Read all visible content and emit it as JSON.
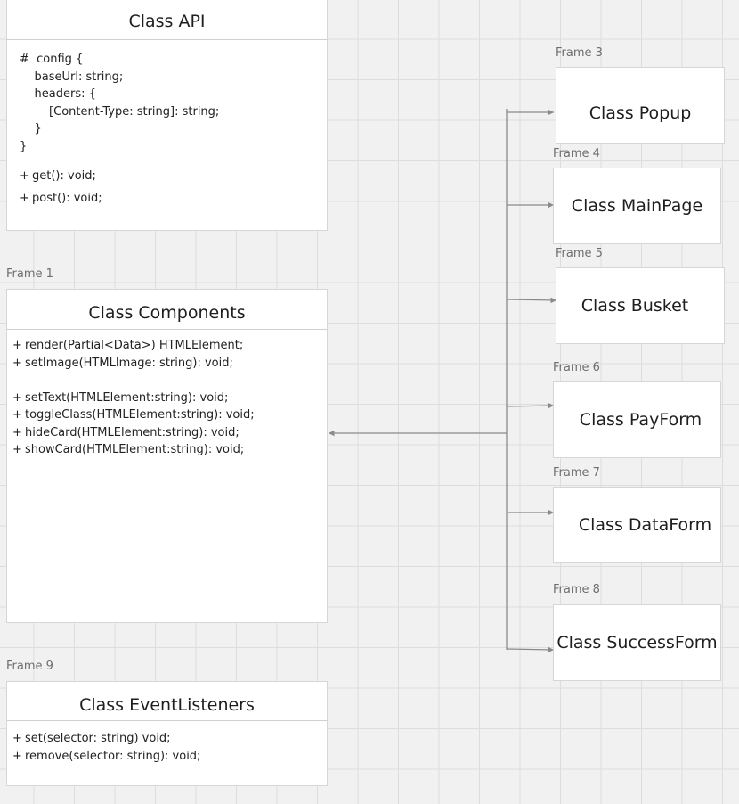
{
  "api": {
    "title": "Class API",
    "config_lines": [
      "#  config {",
      "    baseUrl: string;",
      "    headers: {",
      "        [Content-Type: string]: string;",
      "    }",
      "}"
    ],
    "methods": [
      {
        "sym": "+",
        "text": "get(): void;"
      },
      {
        "sym": "+",
        "text": "post(): void;"
      }
    ]
  },
  "components": {
    "frame_label": "Frame 1",
    "title": "Class Components",
    "methods": [
      {
        "sym": "+",
        "text": "render(Partial<Data>) HTMLElement;"
      },
      {
        "sym": "+",
        "text": "setImage(HTMLImage: string): void;"
      },
      {
        "sym": "",
        "text": ""
      },
      {
        "sym": "+",
        "text": "setText(HTMLElement:string): void;"
      },
      {
        "sym": "+",
        "text": "toggleClass(HTMLElement:string): void;"
      },
      {
        "sym": "+",
        "text": "hideCard(HTMLElement:string): void;"
      },
      {
        "sym": "+",
        "text": "showCard(HTMLElement:string): void;"
      }
    ]
  },
  "event_listeners": {
    "frame_label": "Frame 9",
    "title": "Class EventListeners",
    "methods": [
      {
        "sym": "+",
        "text": "set(selector: string) void;"
      },
      {
        "sym": "+",
        "text": "remove(selector: string): void;"
      }
    ]
  },
  "frames": [
    {
      "label": "Frame 3",
      "title": "Class Popup"
    },
    {
      "label": "Frame 4",
      "title": "Class MainPage"
    },
    {
      "label": "Frame 5",
      "title": "Class Busket"
    },
    {
      "label": "Frame 6",
      "title": "Class PayForm"
    },
    {
      "label": "Frame 7",
      "title": "Class DataForm"
    },
    {
      "label": "Frame 8",
      "title": "Class SuccessForm"
    }
  ],
  "colors": {
    "canvas": "#f1f1f1",
    "grid": "#dddddd",
    "box_fill": "#ffffff",
    "connector": "#8a8a8a"
  }
}
